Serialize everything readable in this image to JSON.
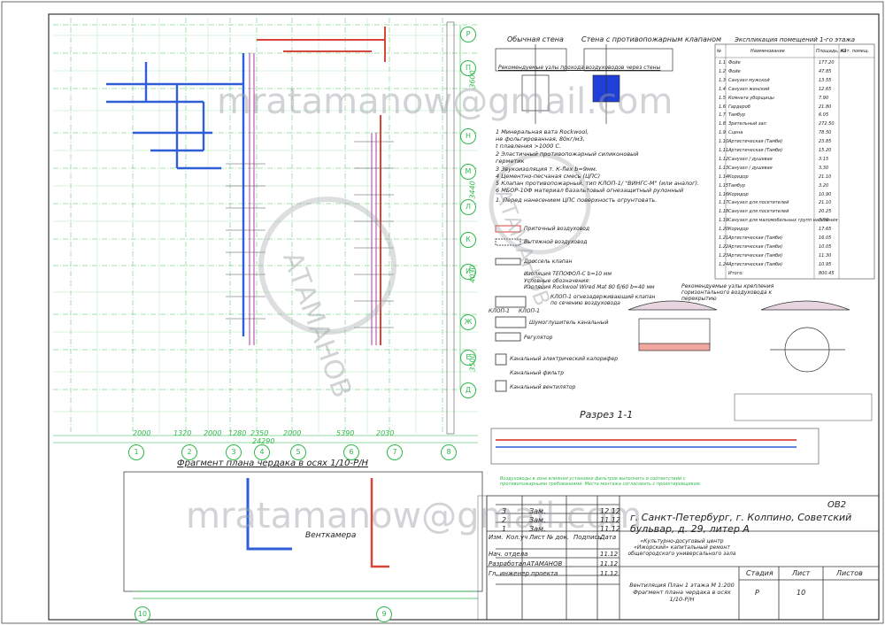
{
  "watermark": {
    "email": "mratamanow@gmail.com",
    "stamp_text": "АТАМАНОВ"
  },
  "top_labels": {
    "wall_plain": "Обычная стена",
    "wall_fire": "Стена с противопожарным клапаном",
    "knot_caption": "Рекомендуемые узлы прохода воздуховодов через стены"
  },
  "notes": [
    "1   Минеральная вата Rockwool,",
    "     не фольгированная, 80кг/м3,",
    "     t плавления >1000 С.",
    "2   Эластичный противопожарный силиконовый",
    "     герметик",
    "3   Звукоизоляция т. К-flex b=9мм.",
    "4   Цементно-песчаная смесь (ЦПС)",
    "5   Клапан противопожарный, тип КЛОП-1/ \"ВИНГС-М\" (или аналог).",
    "6   МБОР-10Ф материал базальтовый огнезащитный рулонный",
    "1. Перед нанесением ЦПС поверхность огрунтовать."
  ],
  "legend": [
    "Приточный воздуховод",
    "Вытяжной воздуховод",
    "Дроссель клапан",
    "Изоляция ТЕПОФОЛ-С b=10 мм",
    "Условные обозначения:",
    "Изоляция Rockwool Wired Mat 80 б/60 b=40 мм",
    "КЛОП-1 огнезадерживающий клапан",
    "по сечению воздуховода",
    "КЛОП-1",
    "КЛОП-1",
    "Шумоглушитель канальный",
    "Регулятор",
    "Канальный электрический калорифер",
    "Канальный фильтр",
    "Канальный вентилятор"
  ],
  "rooms_title": "Экспликация помещений 1-го этажа",
  "rooms_headers": [
    "№",
    "Наименование",
    "Площадь, м2",
    "Кат. помещ."
  ],
  "rooms": [
    [
      "1.1",
      "Фойе",
      "177.20"
    ],
    [
      "1.2",
      "Фойе",
      "47.85"
    ],
    [
      "1.3",
      "Санузел мужской",
      "13.55"
    ],
    [
      "1.4",
      "Санузел женский",
      "12.65"
    ],
    [
      "1.5",
      "Комната уборщицы",
      "7.90"
    ],
    [
      "1.6",
      "Гардероб",
      "21.80"
    ],
    [
      "1.7",
      "Тамбур",
      "6.05"
    ],
    [
      "1.8",
      "Зрительный зал",
      "272.50"
    ],
    [
      "1.9",
      "Сцена",
      "78.50"
    ],
    [
      "1.10",
      "Артистическая (Тамби)",
      "23.85"
    ],
    [
      "1.11",
      "Артистическая (Тамби)",
      "15.20"
    ],
    [
      "1.12",
      "Санузел / душевая",
      "3.15"
    ],
    [
      "1.13",
      "Санузел / душевая",
      "3.30"
    ],
    [
      "1.14",
      "Коридор",
      "21.10"
    ],
    [
      "1.15",
      "Тамбур",
      "3.20"
    ],
    [
      "1.16",
      "Коридор",
      "10.90"
    ],
    [
      "1.17",
      "Санузел для посетителей",
      "21.10"
    ],
    [
      "1.18",
      "Санузел для посетителей",
      "20.25"
    ],
    [
      "1.19",
      "Санузел для маломобильных групп населения",
      "3.50"
    ],
    [
      "1.20",
      "Коридор",
      "17.65"
    ],
    [
      "1.21",
      "Артистическая (Тамби)",
      "16.05"
    ],
    [
      "1.22",
      "Артистическая (Тамби)",
      "10.05"
    ],
    [
      "1.23",
      "Артистическая (Тамби)",
      "11.30"
    ],
    [
      "1.24",
      "Артистическая (Тамби)",
      "10.95"
    ],
    [
      "",
      "Итого:",
      "800.45"
    ]
  ],
  "knots_caption": "Рекомендуемые узлы крепления горизонтального воздуховода к перекрытию",
  "section_title": "Разрез 1-1",
  "fragment_title": "Фрагмент плана чердака в осях 1/10-Р/Н",
  "vent_room": "Венткамера",
  "axis_letters": [
    "Р",
    "П",
    "Н",
    "М",
    "Л",
    "К",
    "И",
    "Ж",
    "Е",
    "Д"
  ],
  "axis_numbers": [
    "1",
    "2",
    "3",
    "4",
    "5",
    "6",
    "7",
    "8",
    "9",
    "10"
  ],
  "dims_bottom": [
    "2000",
    "1320",
    "2000",
    "1280",
    "2350",
    "2000",
    "5390",
    "2030"
  ],
  "dim_total": "24290",
  "dims_right": [
    "3600",
    "3440",
    "4030",
    "3500"
  ],
  "title_block": {
    "code": "ОВ2",
    "address": "г. Санкт-Петербург, г. Колпино, Советский бульвар, д. 29, литер А",
    "project": "«Культурно-досуговый центр «Ижорский» капитальный ремонт общегородского универсального зала",
    "sheet_name": "Вентиляция План 1 этажа  М 1:200 Фрагмент плана чердака в осях 1/10-Р/Н",
    "stage_label": "Стадия",
    "sheet_label": "Лист",
    "sheets_label": "Листов",
    "stage": "Р",
    "sheet": "10",
    "sheets": "",
    "revisions": [
      [
        "3",
        "Зам.",
        "12.12"
      ],
      [
        "2",
        "Зам.",
        "11.12"
      ],
      [
        "1",
        "Зам.",
        "11.12"
      ]
    ],
    "rev_header": [
      "Изм.",
      "Кол.уч",
      "Лист",
      "№ док.",
      "Подпись",
      "Дата"
    ],
    "people": [
      [
        "Нач. отдела",
        "",
        "11.12"
      ],
      [
        "Разработал",
        "АТАМАНОВ",
        "11.12"
      ],
      [
        "Гл. инженер проекта",
        "",
        "11.12"
      ]
    ]
  },
  "stamp_note": "Воздуховоды в зоне влияния установки фильтров выполнить в соответствии с противопожарными требованиями. Места монтажа согласовать с проектировщиком."
}
